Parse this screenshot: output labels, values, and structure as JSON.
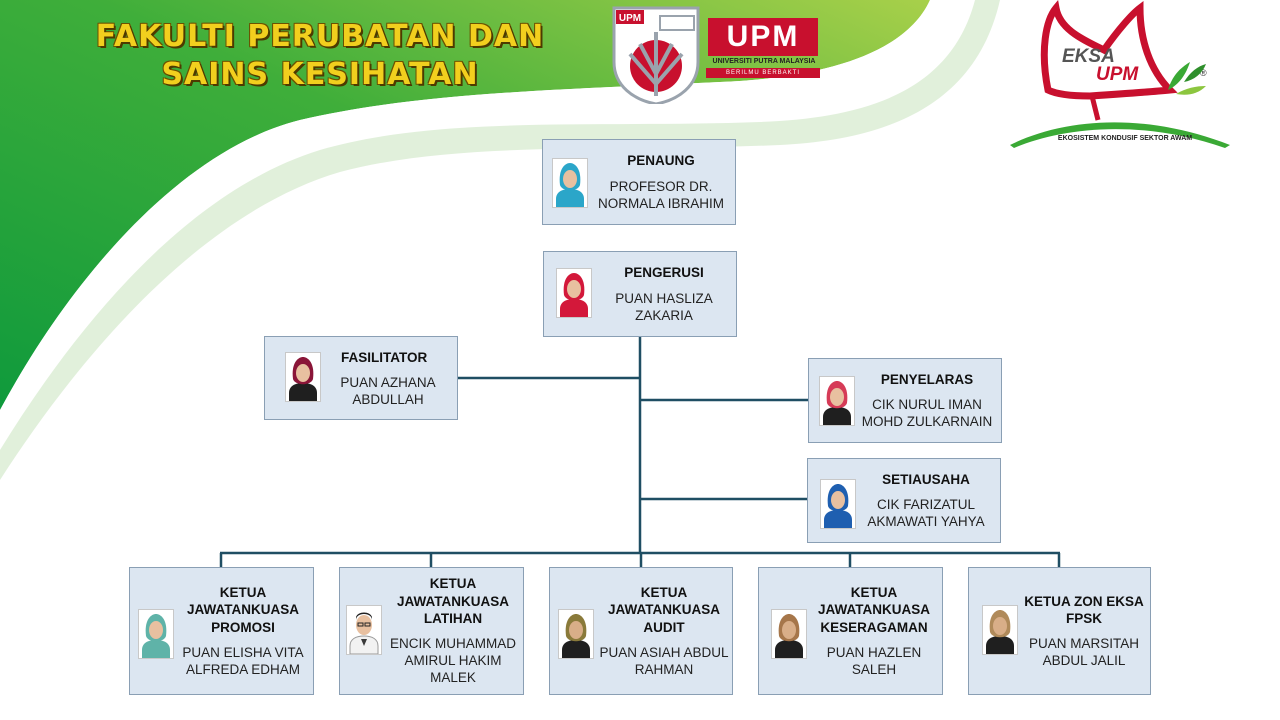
{
  "header": {
    "title_line1": "FAKULTI PERUBATAN DAN",
    "title_line2": "SAINS KESIHATAN"
  },
  "upm_logo": {
    "shield_text": "UPM",
    "wordmark": "UPM",
    "university": "UNIVERSITI PUTRA MALAYSIA",
    "motto": "BERILMU BERBAKTI"
  },
  "eksa_logo": {
    "eksa": "EKSA",
    "upm": "UPM",
    "registered": "®",
    "tagline": "EKOSISTEM KONDUSIF SEKTOR AWAM"
  },
  "colors": {
    "header_green_dark": "#0f9a3c",
    "header_green_light": "#8cc63f",
    "upm_red": "#c8102e",
    "box_fill": "#dce6f1",
    "connector": "#1f4e63"
  },
  "org": {
    "penaung": {
      "role": "PENAUNG",
      "name1": "PROFESOR DR.",
      "name2": "NORMALA IBRAHIM",
      "scarf": "#2ba6c9"
    },
    "pengerusi": {
      "role": "PENGERUSI",
      "name1": "PUAN HASLIZA",
      "name2": "ZAKARIA",
      "scarf": "#d3183a"
    },
    "fasilitator": {
      "role": "FASILITATOR",
      "name1": "PUAN AZHANA",
      "name2": "ABDULLAH",
      "scarf": "#8a1538"
    },
    "penyelaras": {
      "role": "PENYELARAS",
      "name1": "CIK NURUL IMAN",
      "name2": "MOHD ZULKARNAIN",
      "scarf": "#d63b57"
    },
    "setiausaha": {
      "role": "SETIAUSAHA",
      "name1": "CIK FARIZATUL",
      "name2": "AKMAWATI  YAHYA",
      "scarf": "#1f5fb0"
    },
    "promosi": {
      "role1": "KETUA",
      "role2": "JAWATANKUASA",
      "role3": "PROMOSI",
      "name1": "PUAN ELISHA VITA",
      "name2": "ALFREDA EDHAM",
      "scarf": "#5fb3a8"
    },
    "latihan": {
      "role1": "KETUA",
      "role2": "JAWATANKUASA",
      "role3": "LATIHAN",
      "name1": "ENCIK MUHAMMAD",
      "name2": "AMIRUL HAKIM",
      "name3": "MALEK"
    },
    "audit": {
      "role1": "KETUA",
      "role2": "JAWATANKUASA",
      "role3": "AUDIT",
      "name1": "PUAN ASIAH ABDUL",
      "name2": "RAHMAN",
      "scarf": "#8a7a3a"
    },
    "keseragaman": {
      "role1": "KETUA",
      "role2": "JAWATANKUASA",
      "role3": "KESERAGAMAN",
      "name1": "PUAN HAZLEN",
      "name2": "SALEH",
      "scarf": "#a6764a"
    },
    "zon": {
      "role1": "KETUA ZON EKSA",
      "role2": "FPSK",
      "name1": "PUAN MARSITAH",
      "name2": "ABDUL JALIL",
      "scarf": "#b08a5a"
    }
  }
}
